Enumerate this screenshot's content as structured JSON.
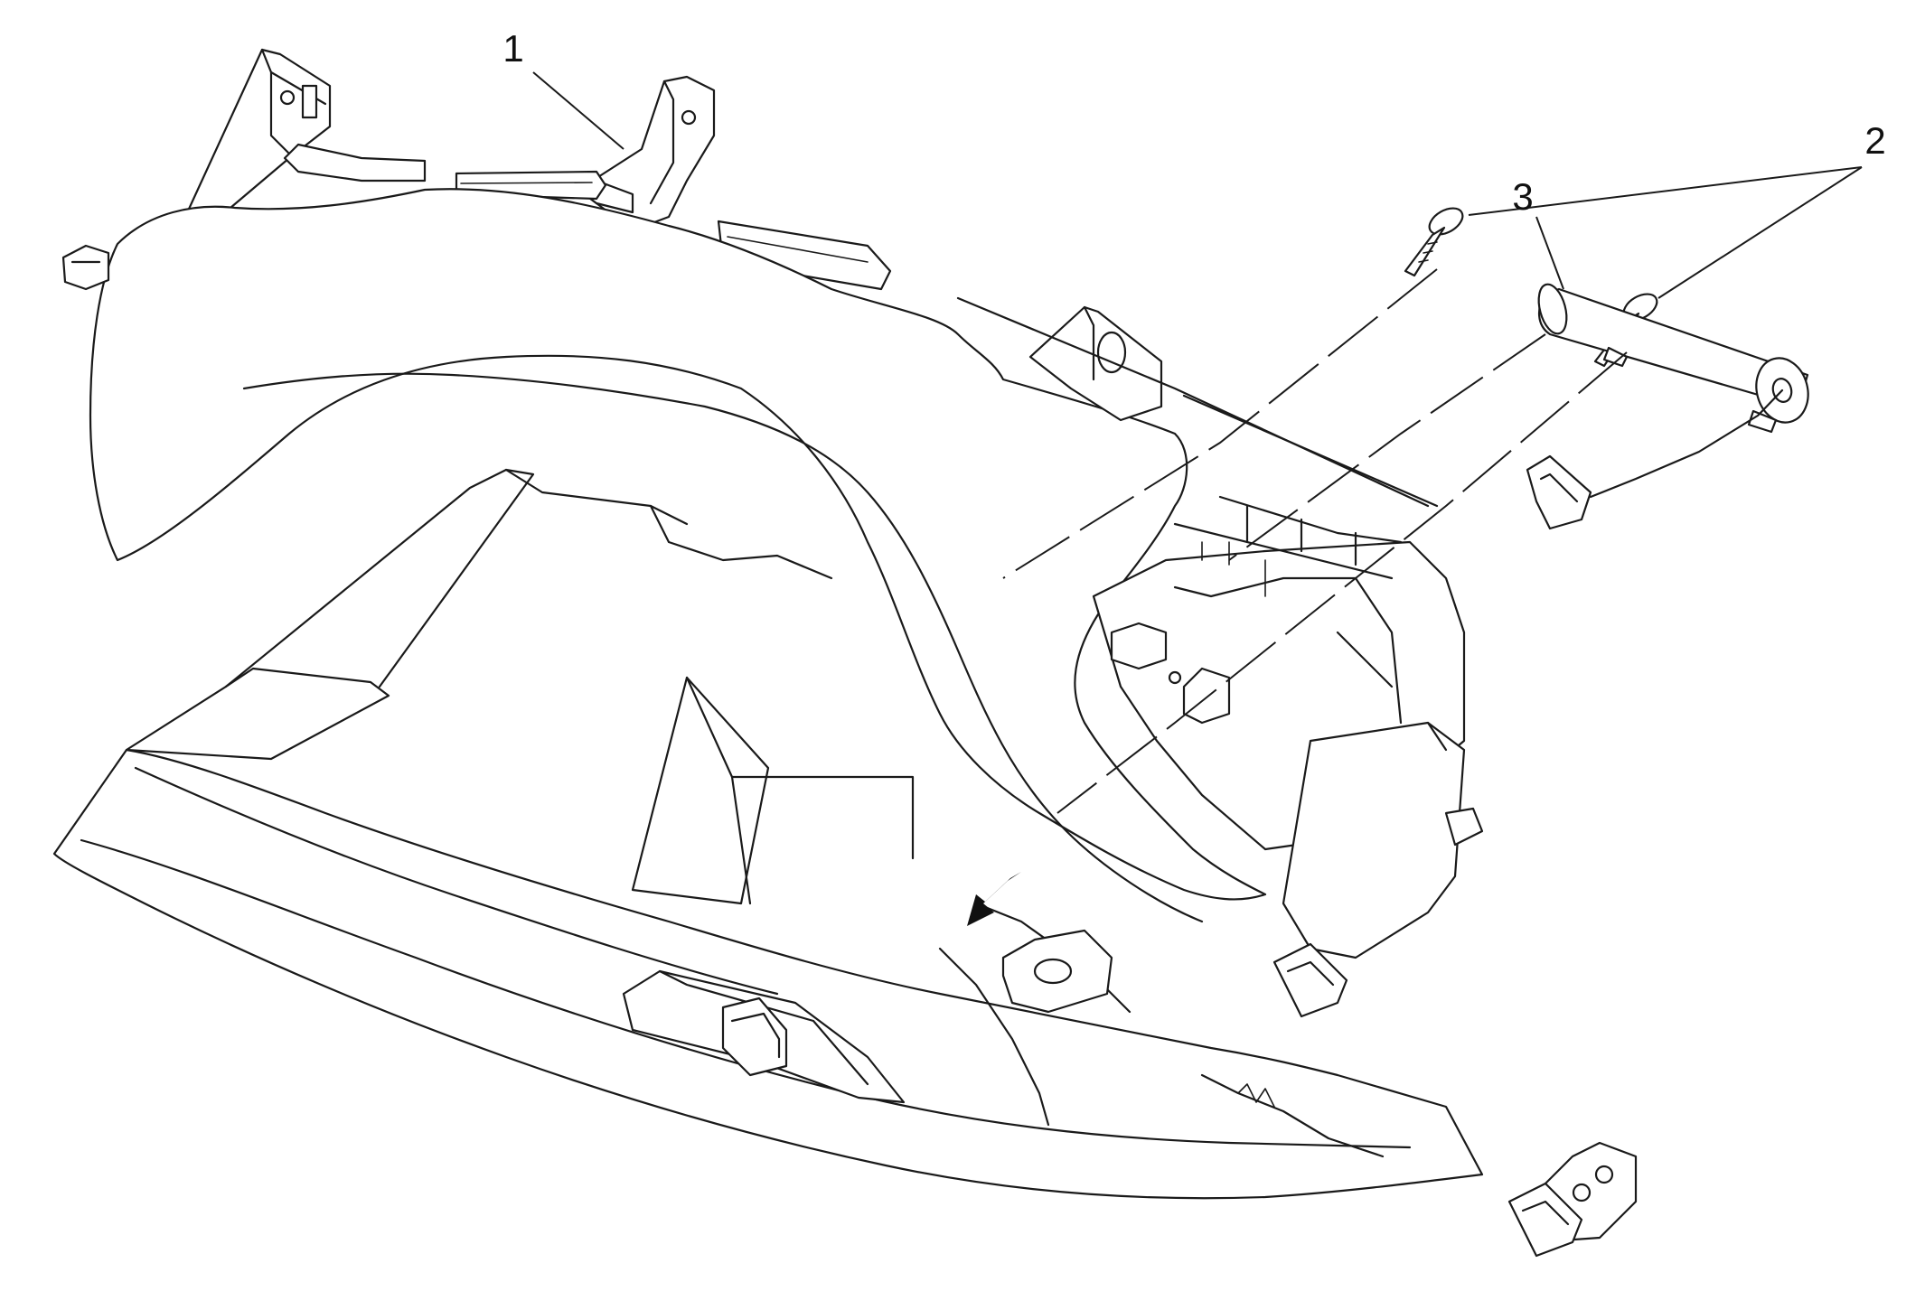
{
  "callouts": [
    {
      "id": "1",
      "label": "1"
    },
    {
      "id": "2",
      "label": "2"
    },
    {
      "id": "3",
      "label": "3"
    }
  ],
  "colors": {
    "line": "#1a1a1a",
    "background": "#ffffff"
  },
  "icons": {
    "direction_arrow": "arrow-down-left-icon"
  }
}
